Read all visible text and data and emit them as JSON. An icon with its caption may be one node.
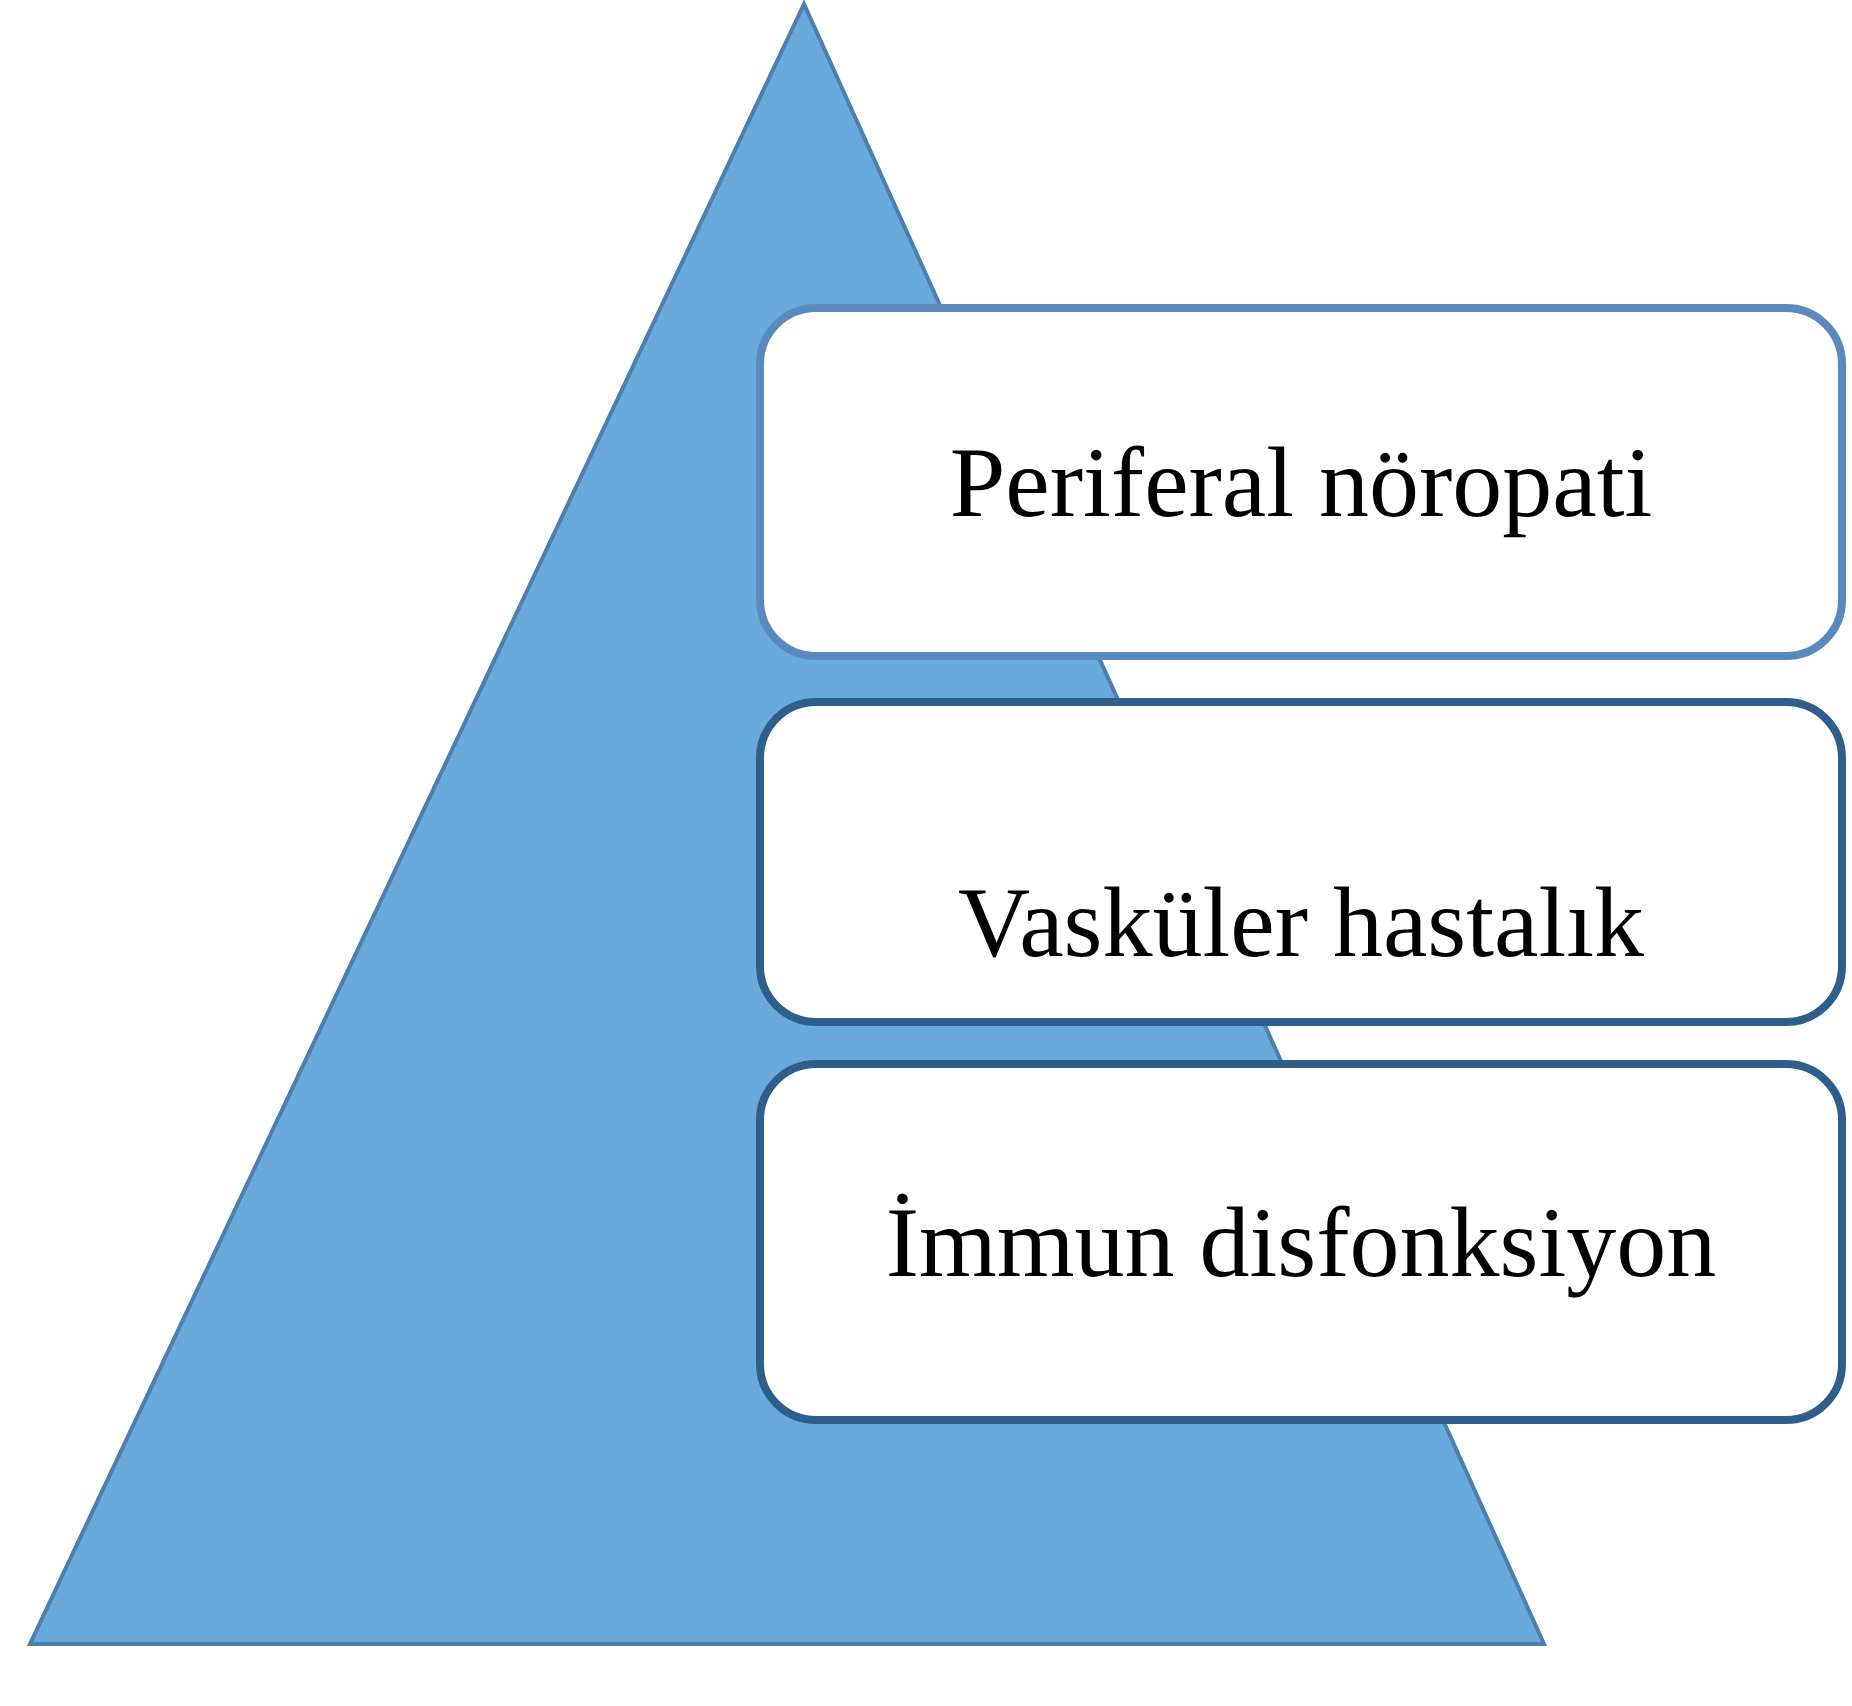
{
  "diagram": {
    "nodes": [
      {
        "text": [
          "Periferal nöropati"
        ]
      },
      {
        "text": [
          "Vasküler hastalık"
        ]
      },
      {
        "text": [
          "İmmun disfonksiyon"
        ]
      }
    ]
  }
}
